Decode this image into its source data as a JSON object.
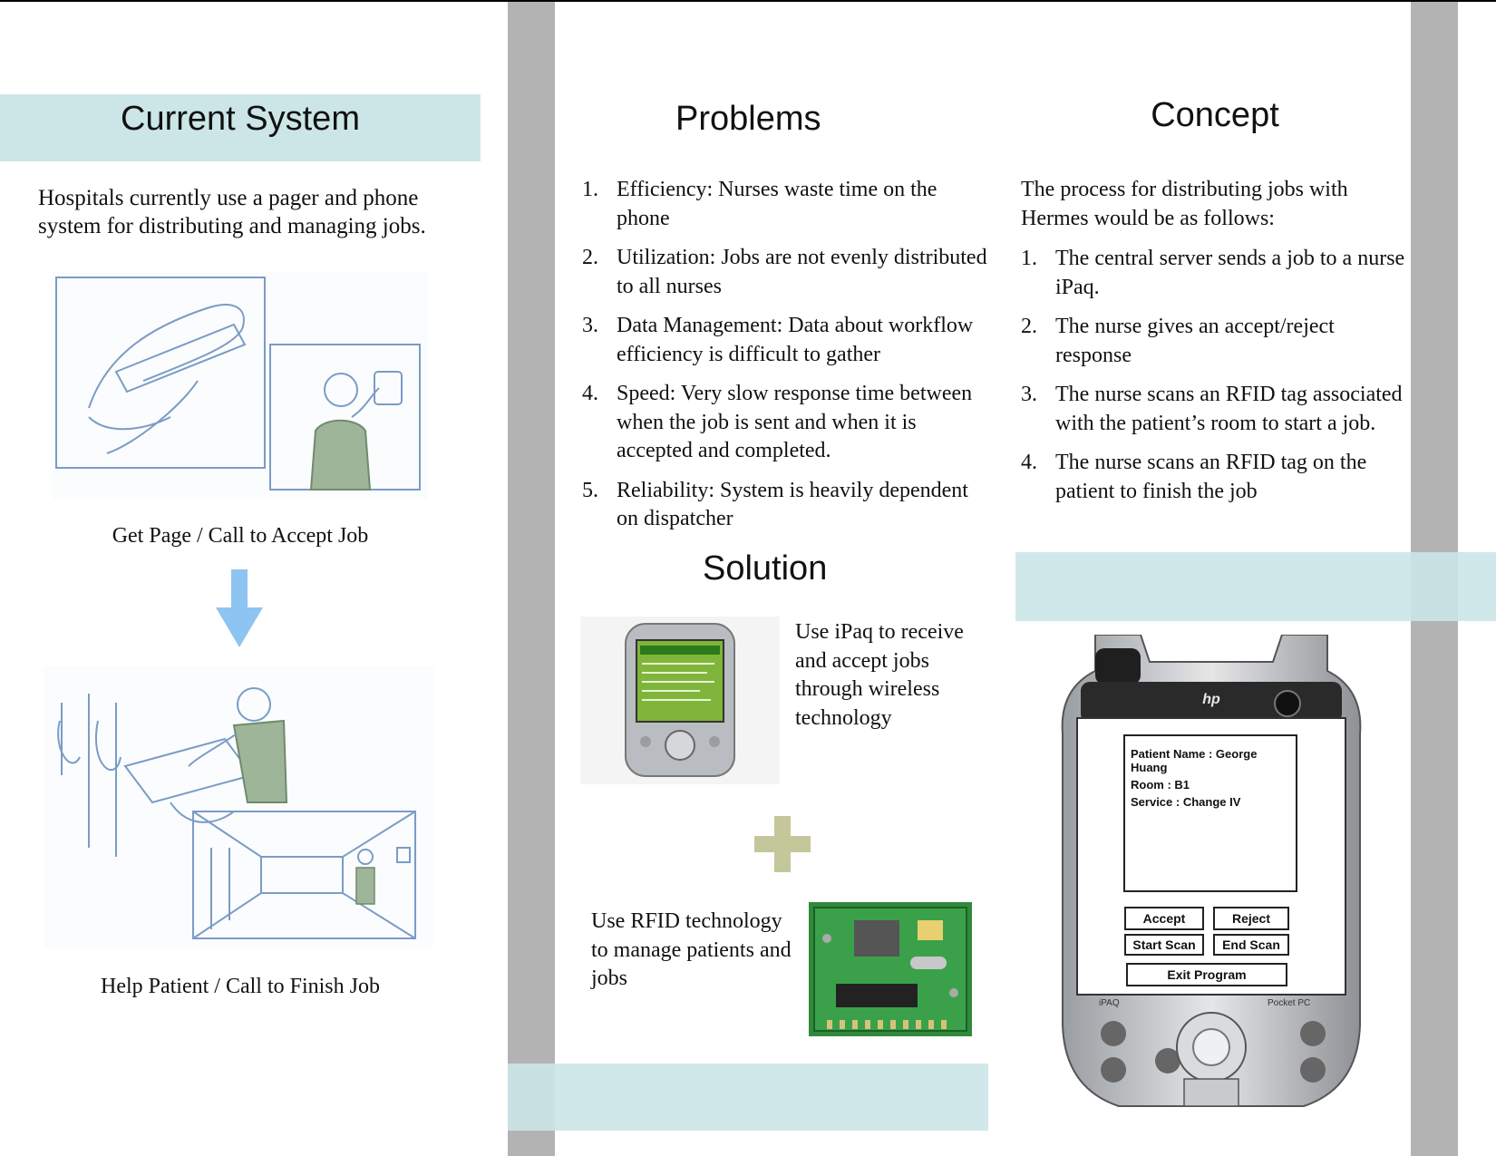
{
  "current_system": {
    "title": "Current System",
    "intro": "Hospitals currently use a pager and phone system for distributing and managing jobs.",
    "caption1": "Get Page / Call to Accept Job",
    "caption2": "Help Patient / Call to Finish Job"
  },
  "problems": {
    "title": "Problems",
    "items": [
      {
        "num": "1.",
        "text": "Efficiency: Nurses waste time on the phone"
      },
      {
        "num": "2.",
        "text": "Utilization: Jobs are not evenly distributed to all nurses"
      },
      {
        "num": "3.",
        "text": "Data Management: Data about workflow efficiency is difficult to gather"
      },
      {
        "num": "4.",
        "text": "Speed: Very slow response time between when the job is sent and when it is accepted and completed."
      },
      {
        "num": "5.",
        "text": "Reliability: System is heavily dependent on dispatcher"
      }
    ]
  },
  "solution": {
    "title": "Solution",
    "ipaq_text": "Use iPaq to receive and accept jobs through wireless technology",
    "rfid_text": "Use RFID technology to manage patients and jobs",
    "plus": "+"
  },
  "concept": {
    "title": "Concept",
    "intro": "The process for distributing jobs with Hermes would be as follows:",
    "items": [
      {
        "num": "1.",
        "text": "The central server sends a job to a nurse iPaq."
      },
      {
        "num": "2.",
        "text": "The nurse gives an accept/reject response"
      },
      {
        "num": "3.",
        "text": "The nurse scans an RFID tag associated with the patient’s room to start a job."
      },
      {
        "num": "4.",
        "text": "The nurse scans an RFID tag on the patient to finish the job"
      }
    ]
  },
  "device": {
    "brand": "hp",
    "left_label": "iPAQ",
    "right_label": "Pocket PC",
    "patient_name": "Patient Name : George Huang",
    "room": "Room : B1",
    "service": "Service : Change IV",
    "accept": "Accept",
    "reject": "Reject",
    "start_scan": "Start Scan",
    "end_scan": "End Scan",
    "exit": "Exit Program"
  },
  "colors": {
    "teal_band": "#cce6e8",
    "gray_bar": "#b3b3b3",
    "arrow": "#8ec4f2",
    "plus": "#c4c79a",
    "sketch": "#7a9cc6"
  }
}
